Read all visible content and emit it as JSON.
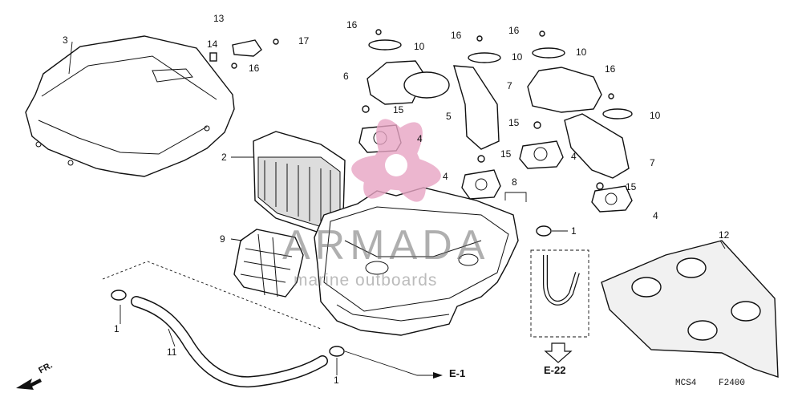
{
  "diagram": {
    "callouts": {
      "c1a": "1",
      "c1b": "1",
      "c1c": "1",
      "c2": "2",
      "c3": "3",
      "c4a": "4",
      "c4b": "4",
      "c4c": "4",
      "c4d": "4",
      "c5": "5",
      "c6": "6",
      "c7a": "7",
      "c7b": "7",
      "c8": "8",
      "c9": "9",
      "c10a": "10",
      "c10b": "10",
      "c10c": "10",
      "c10d": "10",
      "c11": "11",
      "c12": "12",
      "c13": "13",
      "c14": "14",
      "c15a": "15",
      "c15b": "15",
      "c15c": "15",
      "c15d": "15",
      "c16a": "16",
      "c16b": "16",
      "c16c": "16",
      "c16d": "16",
      "c16e": "16",
      "c17": "17"
    },
    "refs": {
      "e1": "E-1",
      "e22": "E-22"
    },
    "front_label": "FR.",
    "code_left": "MCS4",
    "code_right": "F2400"
  },
  "watermark": {
    "title": "ARMADA",
    "subtitle": "marine outboards",
    "logo_color": "#e8a5c4"
  }
}
